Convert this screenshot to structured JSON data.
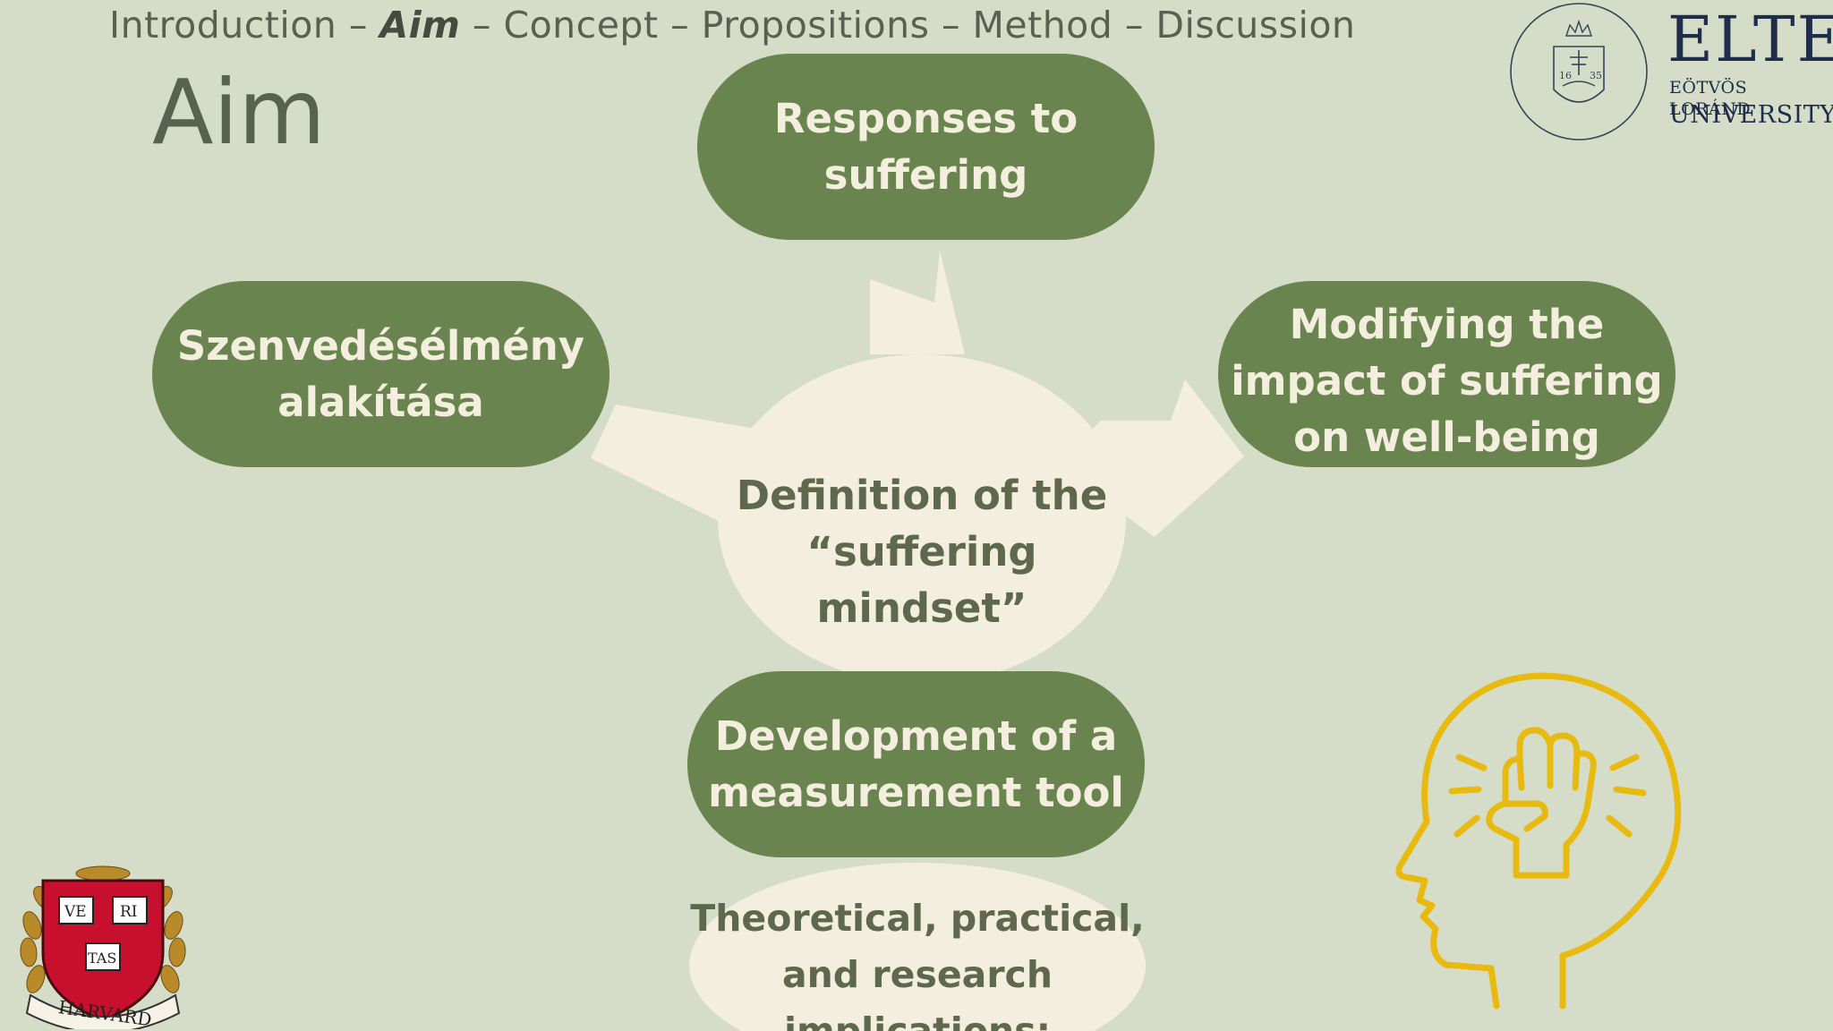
{
  "nav": {
    "items": [
      "Introduction",
      "Aim",
      "Concept",
      "Propositions",
      "Method",
      "Discussion"
    ],
    "separator": " – ",
    "active": "Aim"
  },
  "title": "Aim",
  "center": {
    "line1": "Definition of the",
    "line2": "“suffering mindset”"
  },
  "pills": {
    "top": {
      "line1": "Responses to",
      "line2": "suffering"
    },
    "left": {
      "line1": "Szenvedésélmény",
      "line2": "alakítása"
    },
    "right": {
      "line1": "Modifying the",
      "line2": "impact of suffering",
      "line3": "on well-being"
    },
    "bottom": {
      "line1": "Development of a",
      "line2": "measurement tool"
    }
  },
  "implications": {
    "line1": "Theoretical, practical,",
    "line2": "and research",
    "line3": "implications:"
  },
  "elte_logo": {
    "name": "ELTE",
    "line1": "EÖTVÖS LORÁND",
    "line2": "UNIVERSITY",
    "seal_years": [
      "16",
      "35"
    ]
  },
  "harvard_logo": {
    "shield_words": [
      "VE",
      "RI",
      "TAS"
    ],
    "banner": "HARVARD"
  },
  "colors": {
    "background": "#d5ddc9",
    "pill_green": "#6a844f",
    "cream": "#f4eedf",
    "icon_yellow": "#e8b90f",
    "elte_navy": "#1f2d4a",
    "harvard_red": "#c8102e"
  },
  "icons": [
    "elte-seal-icon",
    "harvard-shield-icon",
    "head-with-fist-icon"
  ]
}
